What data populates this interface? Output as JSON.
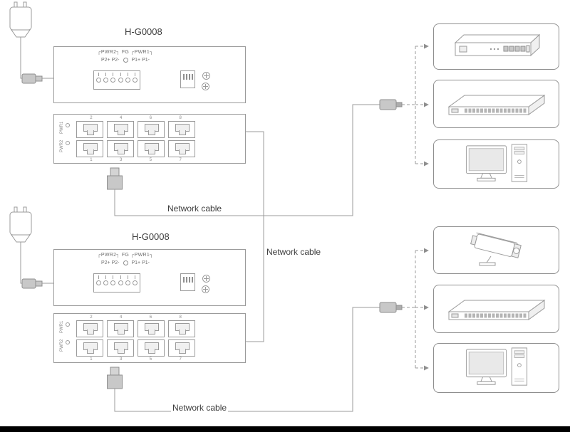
{
  "colors": {
    "line": "#9b9b9b",
    "text": "#3c3c3c",
    "fill_light": "#f0f0f0",
    "bottom_bar": "#000000"
  },
  "labels": {
    "network_cable_1": "Network cable",
    "network_cable_2": "Network cable",
    "network_cable_3": "Network cable"
  },
  "device1": {
    "model": "H-G0008",
    "top_panel": {
      "line1": "┌PWR2┐ FG ┌PWR1┐",
      "line2_left": "P2+ P2-",
      "line2_right": "P1+ P1-"
    },
    "front_panel": {
      "led1": "PWR1",
      "led2": "PWR2",
      "ports_top": [
        "2",
        "4",
        "6",
        "8"
      ],
      "ports_bottom": [
        "1",
        "3",
        "5",
        "7"
      ]
    }
  },
  "device2": {
    "model": "H-G0008",
    "top_panel": {
      "line1": "┌PWR2┐ FG ┌PWR1┐",
      "line2_left": "P2+ P2-",
      "line2_right": "P1+ P1-"
    },
    "front_panel": {
      "led1": "PWR1",
      "led2": "PWR2",
      "ports_top": [
        "2",
        "4",
        "6",
        "8"
      ],
      "ports_bottom": [
        "1",
        "3",
        "5",
        "7"
      ]
    }
  },
  "right_devices": {
    "top_group": [
      {
        "icon": "router-appliance"
      },
      {
        "icon": "switch-16port"
      },
      {
        "icon": "desktop-computer"
      }
    ],
    "bottom_group": [
      {
        "icon": "cctv-camera"
      },
      {
        "icon": "switch-16port"
      },
      {
        "icon": "desktop-computer"
      }
    ]
  }
}
